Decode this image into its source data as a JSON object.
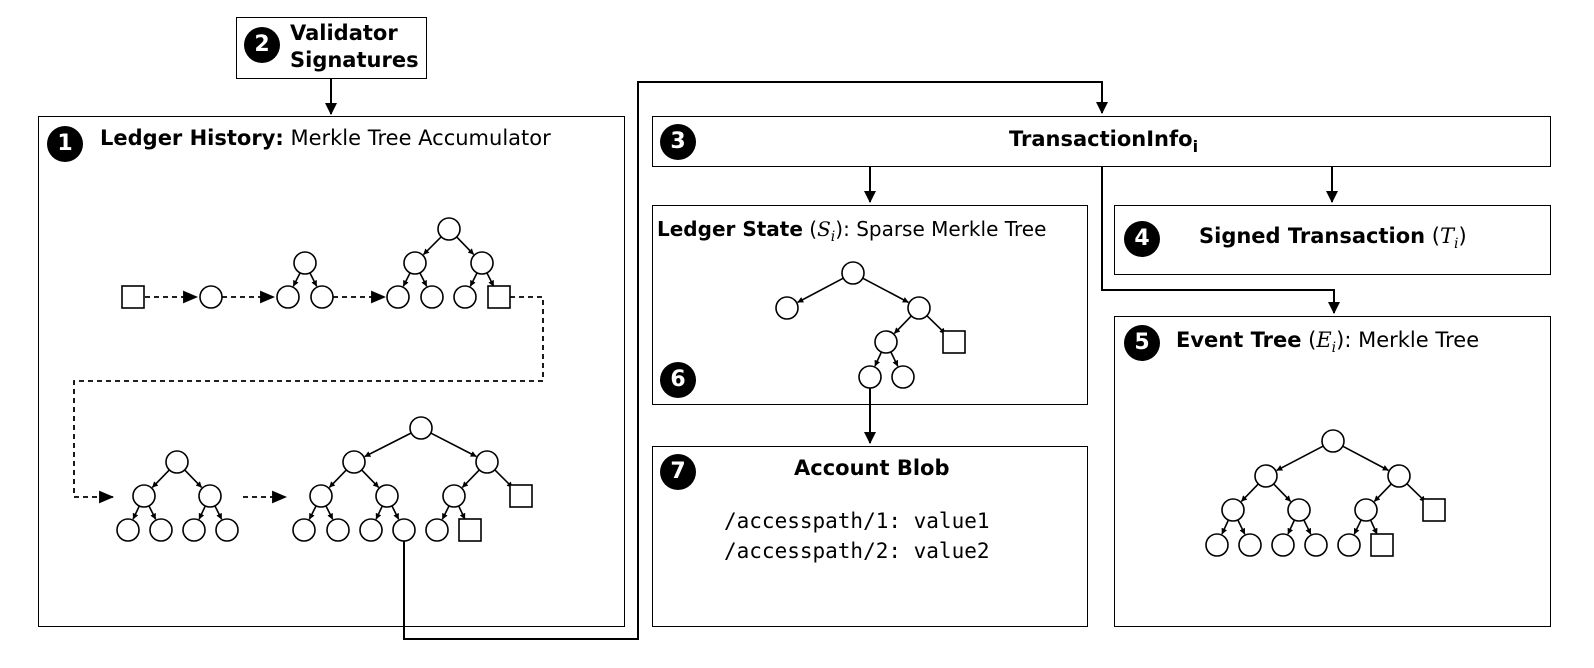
{
  "validator": {
    "badge": "2",
    "line1": "Validator",
    "line2": "Signatures"
  },
  "ledger_history": {
    "badge": "1",
    "title_bold": "Ledger History:",
    "title_rest": "Merkle Tree Accumulator"
  },
  "transaction_info": {
    "badge": "3",
    "title": "TransactionInfo",
    "subscript": "i"
  },
  "ledger_state": {
    "badge": "6",
    "title_bold": "Ledger State",
    "math": "S",
    "math_sub": "i",
    "title_rest": ": Sparse Merkle Tree"
  },
  "signed_transaction": {
    "badge": "4",
    "title_bold": "Signed Transaction",
    "math": "T",
    "math_sub": "i"
  },
  "event_tree": {
    "badge": "5",
    "title_bold": "Event Tree",
    "math": "E",
    "math_sub": "i",
    "title_rest": ": Merkle Tree"
  },
  "account_blob": {
    "badge": "7",
    "title": "Account Blob",
    "line1": "/accesspath/1: value1",
    "line2": "/accesspath/2: value2"
  }
}
